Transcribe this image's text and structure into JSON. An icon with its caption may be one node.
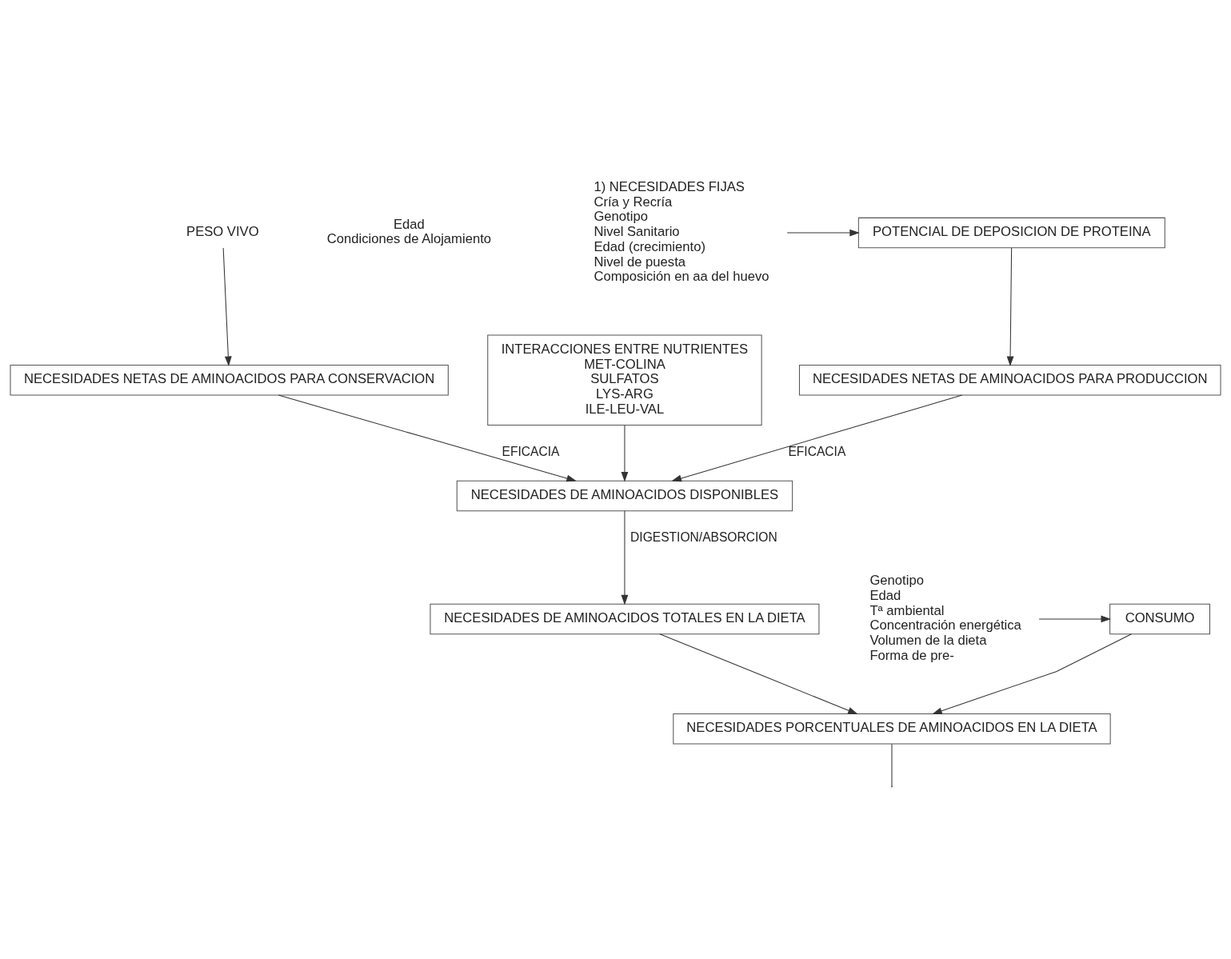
{
  "diagram": {
    "nodes": [
      {
        "text": [
          "1) NECESIDADES FIJAS",
          "Cría y Recría",
          "Genotipo",
          "Nivel Sanitario",
          "Edad (crecimiento)",
          "Nivel de puesta",
          "Composición en aa del huevo"
        ]
      },
      {
        "text": [
          "POTENCIAL DE DEPOSICION DE PROTEINA"
        ]
      },
      {
        "text": [
          "PESO VIVO"
        ]
      },
      {
        "text": [
          "INTERACCIONES ENTRE NUTRIENTES",
          "MET-COLINA",
          "SULFATOS",
          "LYS-ARG",
          "ILE-LEU-VAL"
        ]
      },
      {
        "text": [
          "NECESIDADES NETAS DE AMINOACIDOS PARA PRODUCCION"
        ]
      },
      {
        "text": [
          "NECESIDADES NETAS DE AMINOACIDOS PARA CONSERVACION"
        ]
      },
      {
        "text": [
          "NECESIDADES DE AMINOACIDOS DISPONIBLES"
        ]
      },
      {
        "text": [
          "NECESIDADES DE AMINOACIDOS TOTALES EN LA DIETA"
        ]
      },
      {
        "text": [
          "CONSUMO"
        ]
      },
      {
        "text": [
          "NECESIDADES PORCENTUALES DE AMINOACIDOS EN LA DIETA"
        ]
      },
      {
        "text": [
          "Genotipo",
          "Edad",
          "Tª ambiental",
          "Concentración energética",
          "Volumen de la dieta",
          "Forma de pre-"
        ]
      }
    ],
    "edges": [
      {
        "from": 0,
        "to": 1,
        "arrow": "to"
      },
      {
        "from": 1,
        "to": 4,
        "arrow": "to"
      },
      {
        "from": 2,
        "to": 5,
        "arrow": "to"
      },
      {
        "from": 4,
        "to": 6,
        "arrow": "to",
        "label": "EFICACIA"
      },
      {
        "from": 5,
        "to": 6,
        "arrow": "to",
        "label": "EFICACIA"
      },
      {
        "from": 3,
        "to": 6,
        "arrow": "to"
      },
      {
        "from": 6,
        "to": 7,
        "arrow": "to",
        "label": "DIGESTION/ABSORCION"
      },
      {
        "from": 7,
        "to": 9,
        "arrow": "to"
      },
      {
        "from": 8,
        "to": 9,
        "arrow": "to"
      },
      {
        "from": 10,
        "to": 8,
        "arrow": "to"
      },
      {
        "from": 9,
        "to": null,
        "arrow": "none"
      }
    ],
    "labels": [
      "Edad",
      "Condiciones de Alojamiento"
    ]
  }
}
